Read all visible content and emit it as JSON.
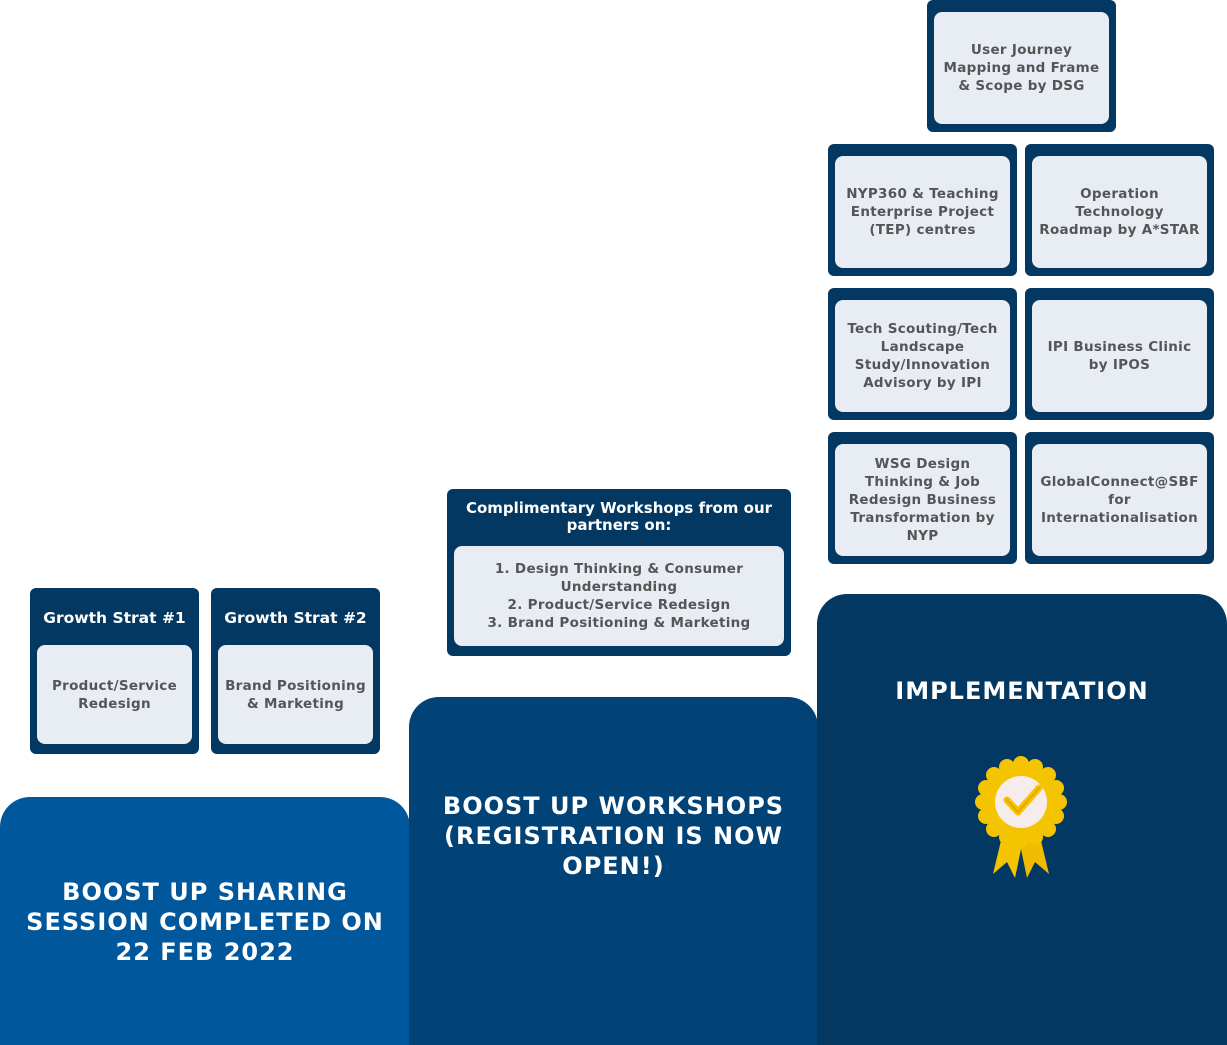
{
  "pillars": {
    "sharing": {
      "title": "BOOST UP SHARING SESSION COMPLETED ON 22 FEB 2022"
    },
    "workshops": {
      "title": "BOOST UP WORKSHOPS (REGISTRATION IS NOW OPEN!)"
    },
    "implementation": {
      "title": "IMPLEMENTATION",
      "icon": "award-ribbon-icon"
    }
  },
  "strategies": [
    {
      "title": "Growth Strat #1",
      "body": "Product/Service Redesign"
    },
    {
      "title": "Growth Strat #2",
      "body": "Brand Positioning & Marketing"
    }
  ],
  "workshops": {
    "title": "Complimentary Workshops from our partners on:",
    "items": [
      "1. Design Thinking & Consumer Understanding",
      "2. Product/Service Redesign",
      "3. Brand Positioning & Marketing"
    ]
  },
  "implementation": {
    "top": "User Journey Mapping and Frame & Scope by DSG",
    "grid": [
      "NYP360 & Teaching Enterprise Project (TEP) centres",
      "Operation Technology Roadmap by A*STAR",
      "Tech Scouting/Tech Landscape Study/Innovation Advisory by IPI",
      "IPI Business Clinic by IPOS",
      "WSG Design Thinking & Job Redesign Business Transformation by NYP",
      "GlobalConnect@SBF for Internationalisation"
    ]
  },
  "colors": {
    "pillar1": "#01579b",
    "pillar2": "#014277",
    "pillar3": "#033862",
    "card_bg": "#033862",
    "card_inner": "#e8edf3",
    "award_gold": "#f5c400"
  }
}
